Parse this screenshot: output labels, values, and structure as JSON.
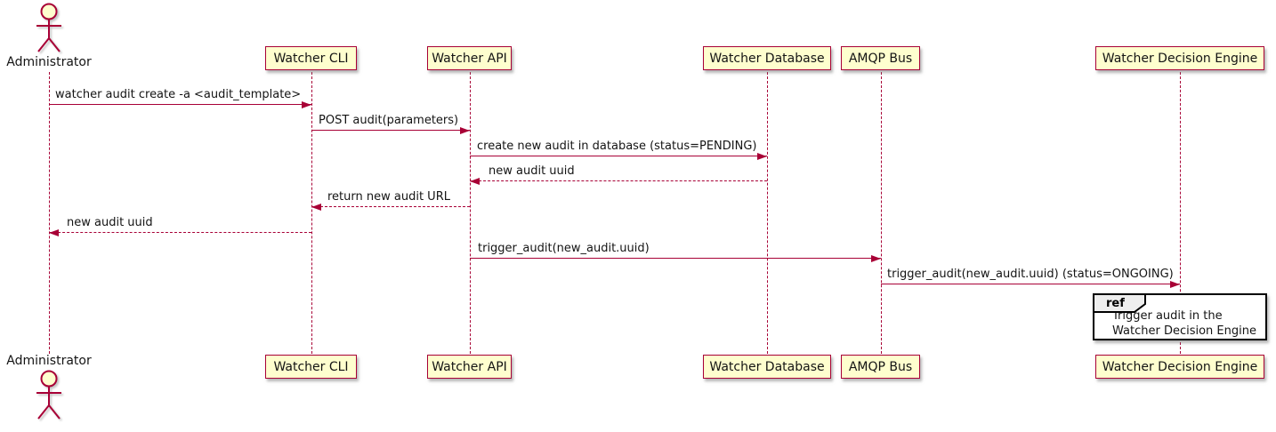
{
  "diagram_type": "sequence-diagram",
  "actor": {
    "name": "Administrator"
  },
  "participants": [
    {
      "id": "watcher-cli",
      "label": "Watcher CLI"
    },
    {
      "id": "watcher-api",
      "label": "Watcher API"
    },
    {
      "id": "watcher-database",
      "label": "Watcher Database"
    },
    {
      "id": "amqp-bus",
      "label": "AMQP Bus"
    },
    {
      "id": "watcher-decision-engine",
      "label": "Watcher Decision Engine"
    }
  ],
  "messages": [
    {
      "from": "Administrator",
      "to": "Watcher CLI",
      "line": "solid",
      "direction": "right",
      "label": "watcher audit create -a <audit_template>"
    },
    {
      "from": "Watcher CLI",
      "to": "Watcher API",
      "line": "solid",
      "direction": "right",
      "label": "POST audit(parameters)"
    },
    {
      "from": "Watcher API",
      "to": "Watcher Database",
      "line": "solid",
      "direction": "right",
      "label": "create new audit in database (status=PENDING)"
    },
    {
      "from": "Watcher Database",
      "to": "Watcher API",
      "line": "dashed",
      "direction": "left",
      "label": "new audit uuid"
    },
    {
      "from": "Watcher API",
      "to": "Watcher CLI",
      "line": "dashed",
      "direction": "left",
      "label": "return new audit URL"
    },
    {
      "from": "Watcher CLI",
      "to": "Administrator",
      "line": "dashed",
      "direction": "left",
      "label": "new audit uuid"
    },
    {
      "from": "Watcher API",
      "to": "AMQP Bus",
      "line": "solid",
      "direction": "right",
      "label": "trigger_audit(new_audit.uuid)"
    },
    {
      "from": "AMQP Bus",
      "to": "Watcher Decision Engine",
      "line": "solid",
      "direction": "right",
      "label": "trigger_audit(new_audit.uuid) (status=ONGOING)"
    }
  ],
  "ref": {
    "keyword": "ref",
    "over": "Watcher Decision Engine",
    "line1": "Trigger audit in the",
    "line2": "Watcher Decision Engine"
  },
  "colors": {
    "participant_fill": "#FEFECE",
    "stroke": "#A80036",
    "text": "#141414",
    "ref_border": "#000000",
    "ref_tab_fill": "#EEEEEE",
    "background": "#FFFFFF"
  }
}
